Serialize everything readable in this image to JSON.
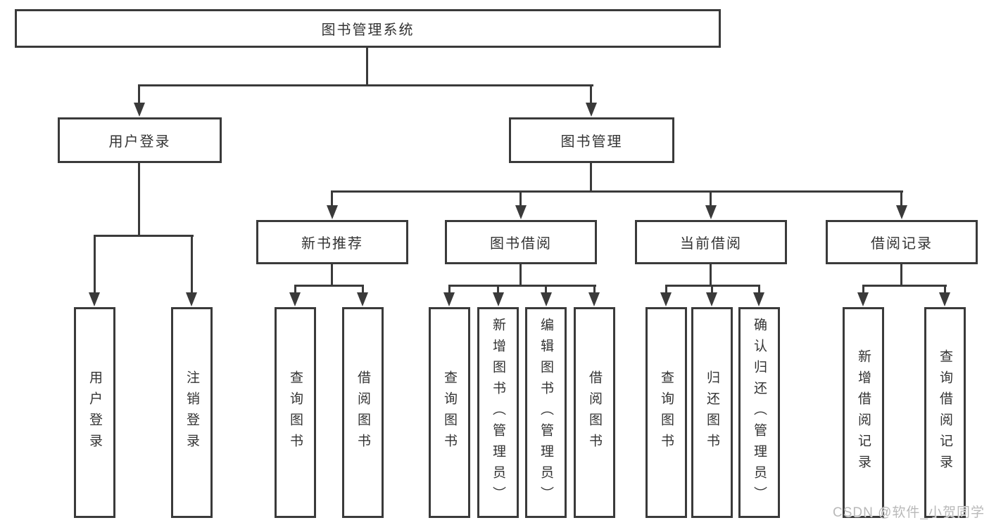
{
  "tree": {
    "root": {
      "label": "图书管理系统"
    },
    "branches": [
      {
        "label": "用户登录",
        "leaves": [
          {
            "label": "用户登录"
          },
          {
            "label": "注销登录"
          }
        ]
      },
      {
        "label": "图书管理",
        "sections": [
          {
            "label": "新书推荐",
            "leaves": [
              {
                "label": "查询图书"
              },
              {
                "label": "借阅图书"
              }
            ]
          },
          {
            "label": "图书借阅",
            "leaves": [
              {
                "label": "查询图书"
              },
              {
                "label": "新增图书（管理员）"
              },
              {
                "label": "编辑图书（管理员）"
              },
              {
                "label": "借阅图书"
              }
            ]
          },
          {
            "label": "当前借阅",
            "leaves": [
              {
                "label": "查询图书"
              },
              {
                "label": "归还图书"
              },
              {
                "label": "确认归还（管理员）"
              }
            ]
          },
          {
            "label": "借阅记录",
            "leaves": [
              {
                "label": "新增借阅记录"
              },
              {
                "label": "查询借阅记录"
              }
            ]
          }
        ]
      }
    ]
  },
  "watermark": "CSDN @软件_小贺同学",
  "colors": {
    "line": "#3a3a3a",
    "text": "#333333",
    "watermark": "#b9b9b9",
    "background": "#ffffff"
  }
}
